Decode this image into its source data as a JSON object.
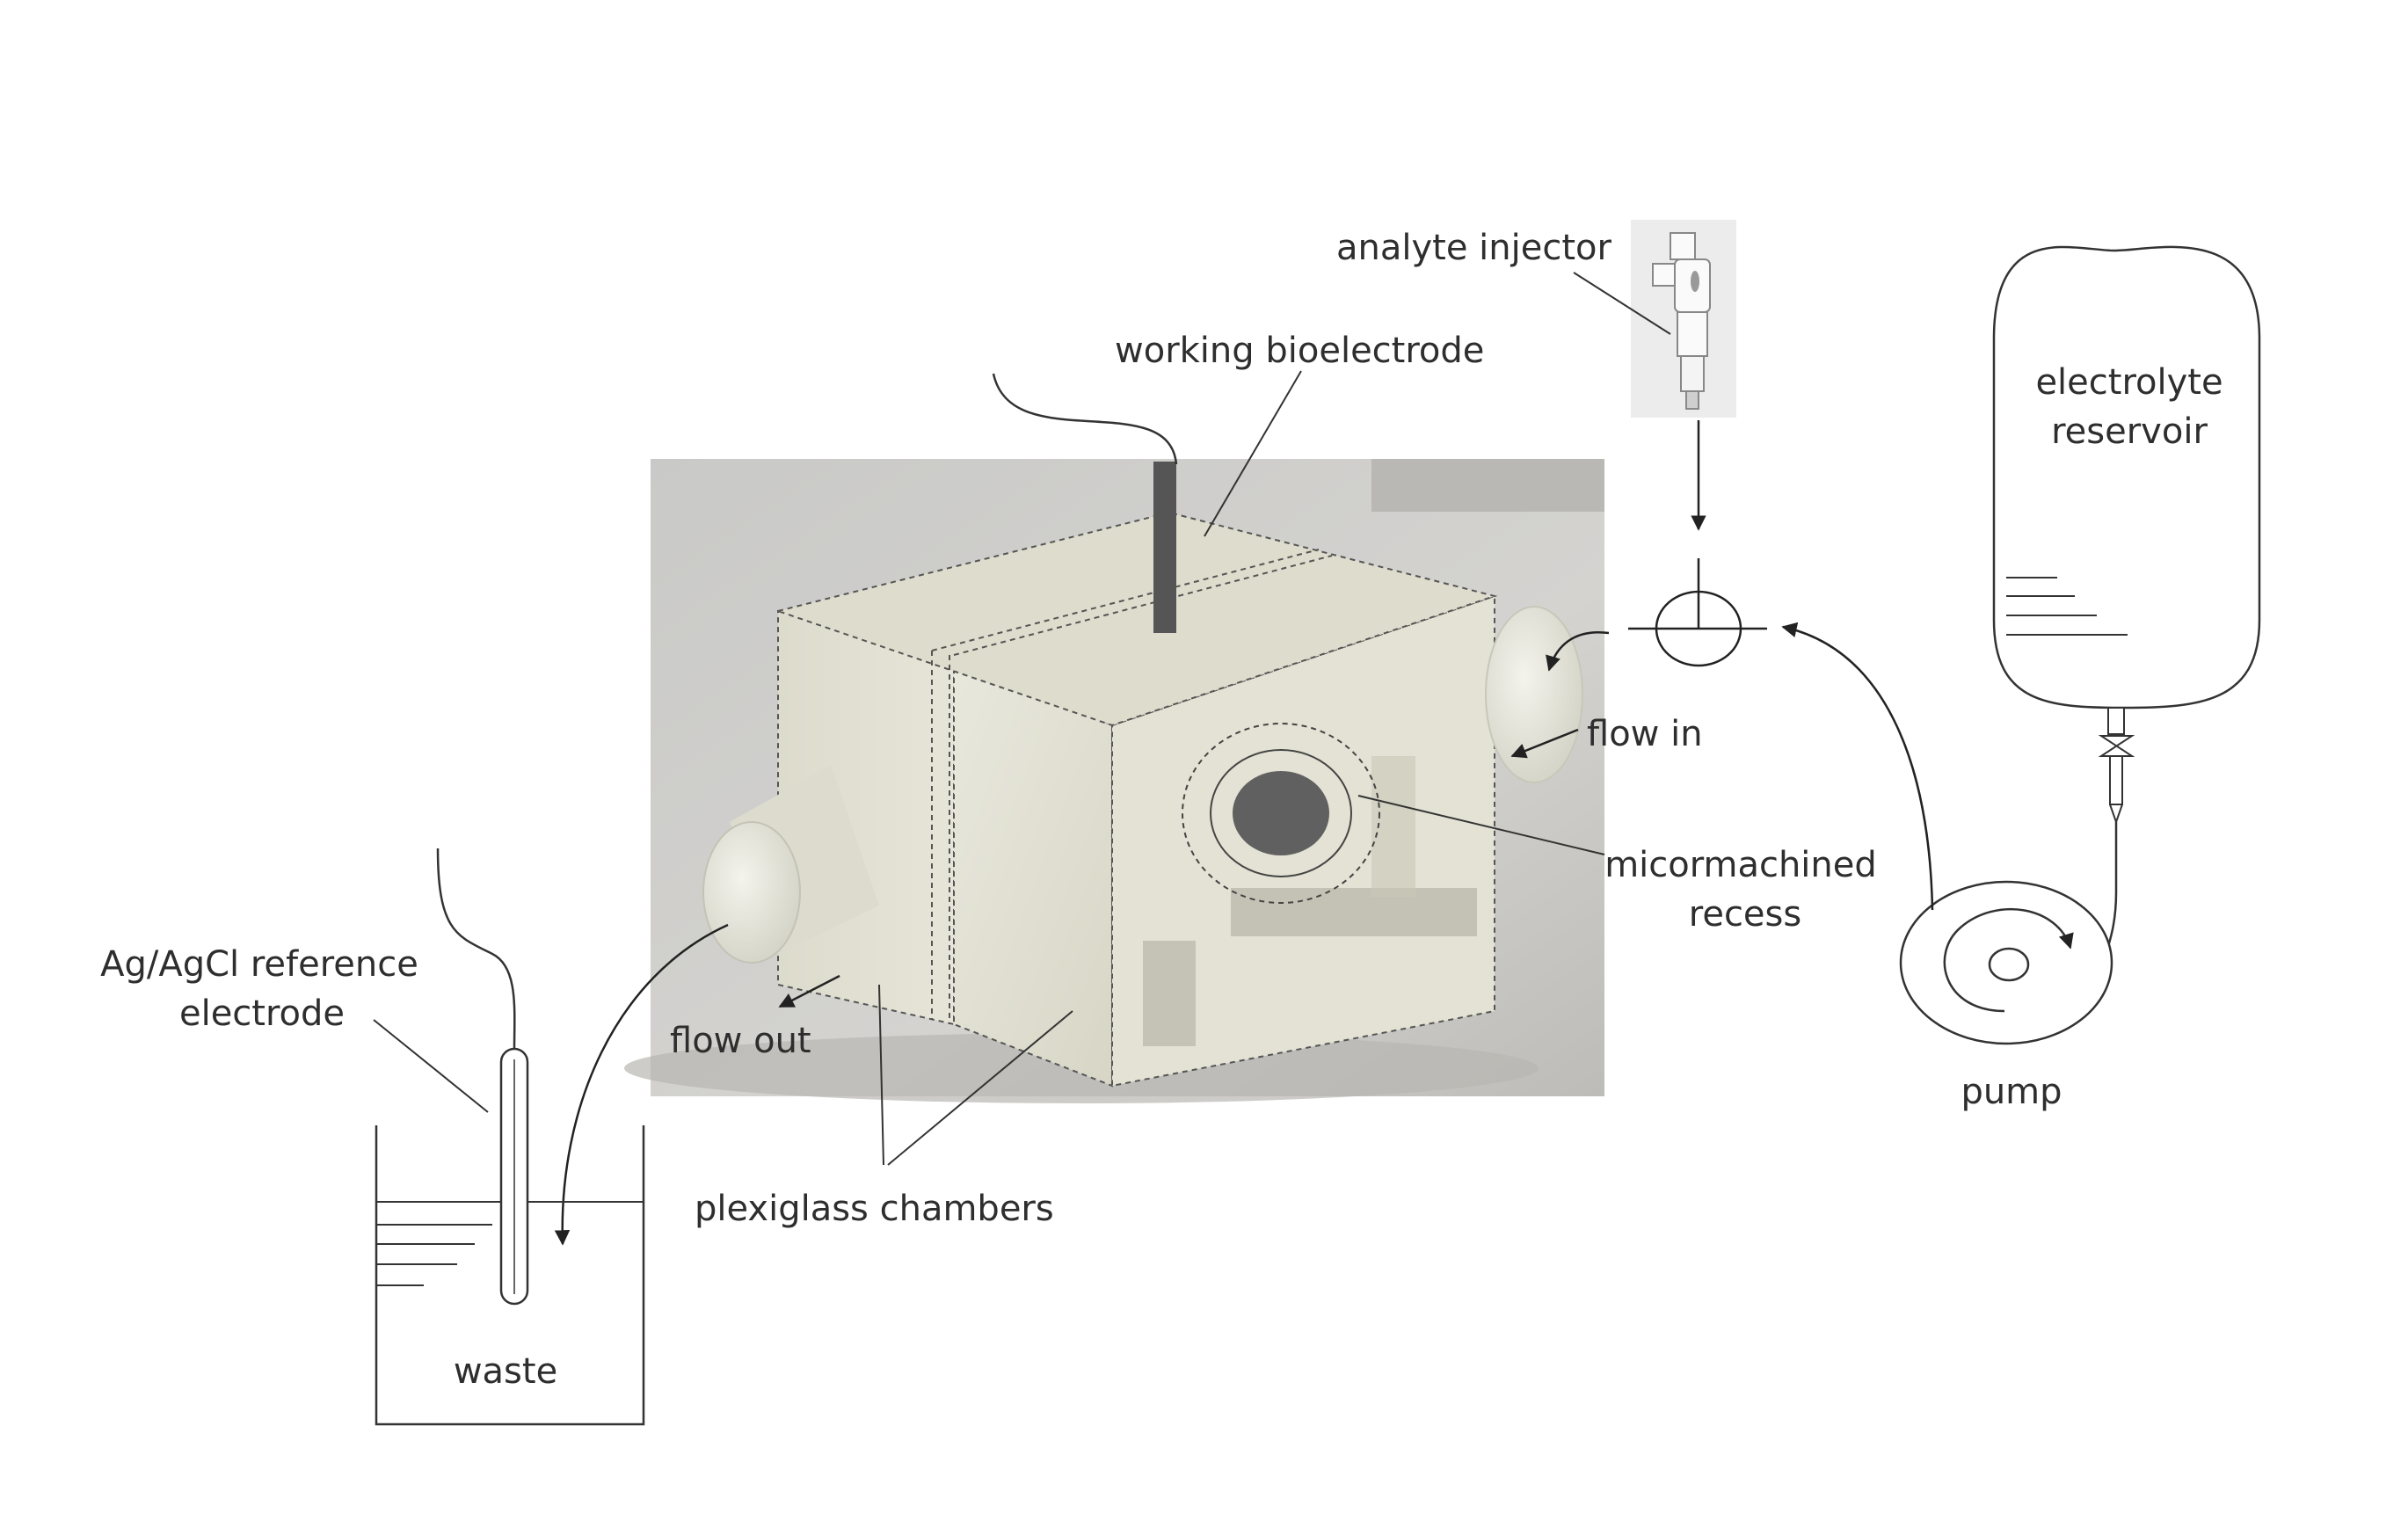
{
  "labels": {
    "analyte_injector": "analyte injector",
    "working_bioelectrode": "working bioelectrode",
    "electrolyte_reservoir_line1": "electrolyte",
    "electrolyte_reservoir_line2": "reservoir",
    "flow_in": "flow in",
    "micromachined_recess_line1": "micormachined",
    "micromachined_recess_line2": "recess",
    "reference_electrode_line1": "Ag/AgCl reference",
    "reference_electrode_line2": "electrode",
    "flow_out": "flow out",
    "plexiglass_chambers": "plexiglass chambers",
    "pump": "pump",
    "waste": "waste"
  },
  "colors": {
    "line": "#333333",
    "photo_background": "#cdcdcb",
    "plexiglass": "#e2e1d4",
    "recess": "#606060"
  }
}
